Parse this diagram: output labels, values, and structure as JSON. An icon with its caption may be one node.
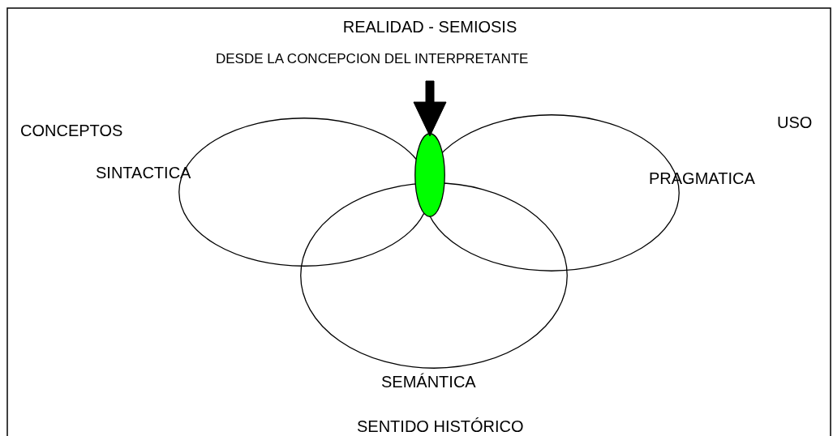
{
  "diagram": {
    "title": "REALIDAD - SEMIOSIS",
    "nodes": [
      {
        "text": [
          "SINTACTICA"
        ]
      },
      {
        "text": [
          "PRAGMATICA"
        ]
      },
      {
        "text": [
          "SEMÁNTICA"
        ]
      },
      {
        "text": [],
        "shape": "ellipse"
      }
    ],
    "edges": [
      {
        "from": null,
        "to": 3,
        "arrow": "to",
        "style": "thick"
      }
    ],
    "labels": [
      "DESDE LA CONCEPCION DEL INTERPRETANTE",
      "CONCEPTOS",
      "USO",
      "SENTIDO HISTÓRICO"
    ]
  }
}
